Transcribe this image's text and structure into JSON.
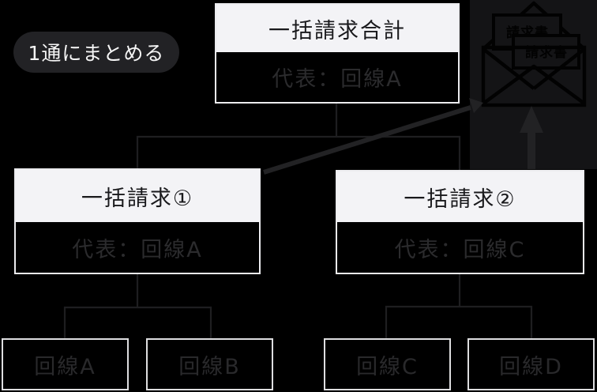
{
  "badge": {
    "label": "1通にまとめる"
  },
  "boxes": {
    "total": {
      "title": "一括請求合計",
      "subtitle": "代表：回線A"
    },
    "group1": {
      "title": "一括請求①",
      "subtitle": "代表：回線A"
    },
    "group2": {
      "title": "一括請求②",
      "subtitle": "代表：回線C"
    },
    "lines": [
      {
        "label": "回線A"
      },
      {
        "label": "回線B"
      },
      {
        "label": "回線C"
      },
      {
        "label": "回線D"
      }
    ]
  },
  "envelope": {
    "papers": [
      "請求書",
      "請求書"
    ]
  },
  "colors": {
    "background": "#000000",
    "box_header_bg": "#f3f3f6",
    "box_header_text": "#19191c",
    "box_body_bg": "#000000",
    "box_body_text": "#2b2b2d",
    "box_border": "#ececef",
    "line_box_border": "#dedee0",
    "line_box_text": "#29292b",
    "connector": "#1e1e20",
    "arrow": "#222224",
    "badge_bg": "#222225",
    "badge_text": "#f6f6f6",
    "envelope_field": "#141416",
    "envelope_stroke": "#020202"
  }
}
